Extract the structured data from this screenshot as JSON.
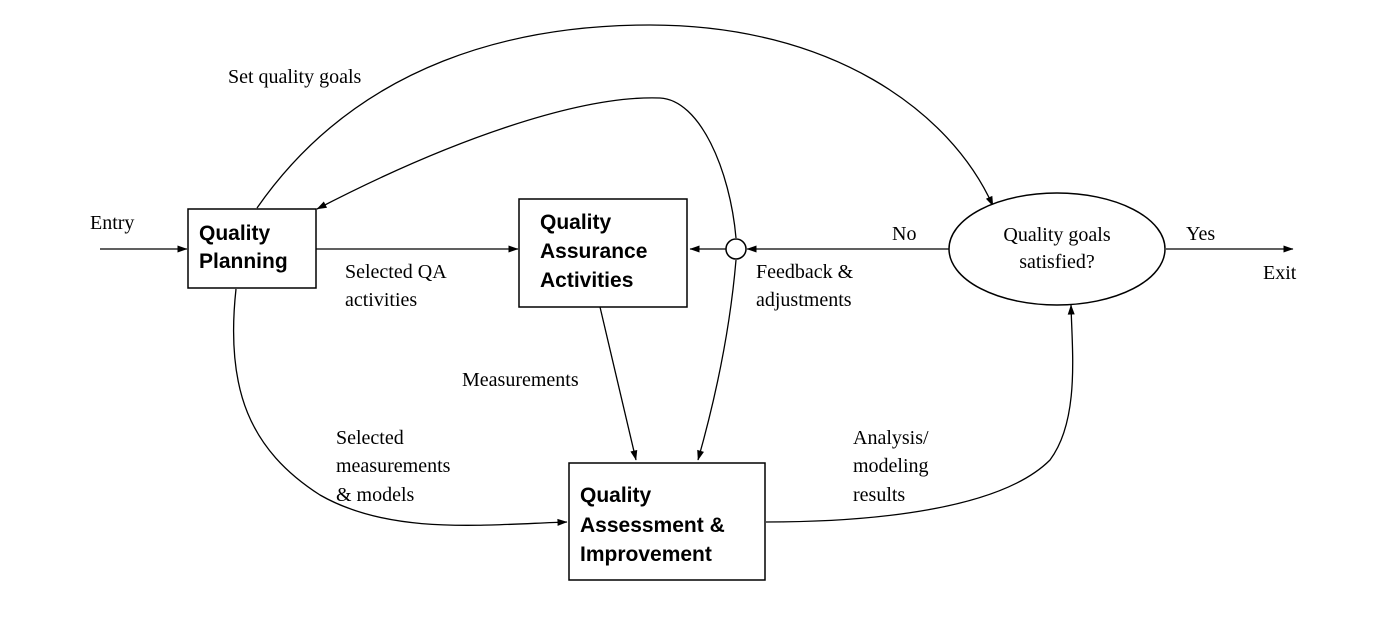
{
  "nodes": {
    "planning": {
      "lines": [
        "Quality",
        "Planning"
      ]
    },
    "qa": {
      "lines": [
        "Quality",
        "Assurance",
        "Activities"
      ]
    },
    "assessment": {
      "lines": [
        "Quality",
        "Assessment &",
        "Improvement"
      ]
    },
    "decision": {
      "lines": [
        "Quality goals",
        "satisfied?"
      ]
    }
  },
  "labels": {
    "entry": "Entry",
    "exit": "Exit",
    "yes": "Yes",
    "no": "No",
    "set_goals": "Set quality goals",
    "selected_qa": [
      "Selected QA",
      "activities"
    ],
    "feedback": [
      "Feedback &",
      "adjustments"
    ],
    "measurements": "Measurements",
    "selected_measurements": [
      "Selected",
      "measurements",
      "& models"
    ],
    "analysis": [
      "Analysis/",
      "modeling",
      "results"
    ]
  }
}
